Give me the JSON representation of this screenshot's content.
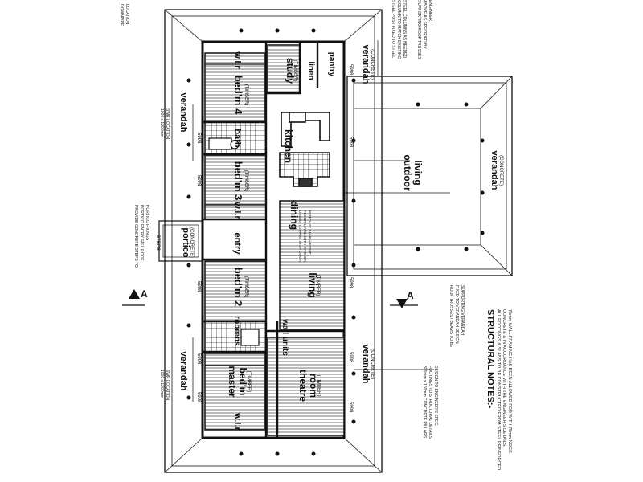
{
  "rooms": {
    "wir_top": "w.i.r",
    "wir_mid": "w.i.r",
    "wir_bottom": "w.i.r",
    "study": "study",
    "pantry": "pantry",
    "linen": "linen",
    "bedroom4": "bed'm 4",
    "bath": "bath",
    "kitchen": "kitchen",
    "bedroom3": "bed'm 3",
    "dining": "dining",
    "entry": "entry",
    "portico": "portico",
    "bedroom2": "bed'm 2",
    "living": "living",
    "robe": "robe",
    "wall_units": "wall units",
    "ens": "ens",
    "master_bedroom": [
      "master",
      "bed'm"
    ],
    "theatre_room": [
      "theatre",
      "room"
    ],
    "outdoor_living": [
      "outdoor",
      "living"
    ],
    "verandah_label": "verandah",
    "verandah_sub": "(CONCRETE)",
    "timber_sub": "(TIMBER)",
    "portico_sub": "(CONCRETE)",
    "steps": "STEPS"
  },
  "section_marker": "A",
  "notes": {
    "title": "STRUCTURAL NOTES:-",
    "body": [
      "ALL FOOTINGS & SLABS TO BE CONSTRUCTED FROM STEEL REINFORCED",
      "CONCRETE & IN ACCORDANCE WITH THE ENGINEER'S DETAILS.",
      "75mm WALL FRAMING HAS BEEN ALLOWED FOR WITH 75mm NOGS"
    ],
    "top_right": [
      "SUPPORTING ROOF TRUSSES",
      "ABOVE AS SPECIFIED BY",
      "ENGINEER"
    ],
    "top_right2": [
      "STEEL POST FIXED TO STEEL",
      "COLUMN TO MATCH EXISTING",
      "STEEL COLUMNS AS NEEDED"
    ],
    "right_mid": [
      "ROOF TRUSSES / BEAMS TO BE",
      "FIXED TO VERANDAH DESIGN",
      "SUPPORTING VERANDAH"
    ],
    "right_lower": [
      "300mm x 100mm CONCRETE PILLARS",
      "FOOTINGS TO STRUCTURAL DETAILS",
      "DESIGN TO ENGINEER'S SPEC."
    ],
    "left_top": [
      "DOWNPIPE",
      "LOCATION"
    ],
    "left_mid": [
      "1000 x 1200mm",
      "SWR LOCATION"
    ],
    "left_portico": [
      "PROVIDE CONCRETE STEPS TO",
      "PORTICO ENTRY FALL ROOF",
      "PORTICO FIXINGS"
    ],
    "left_bottom": [
      "1000 x 1200mm",
      "SWR LOCATION"
    ],
    "kitchen_note": [
      "DINING TO HAVE STEP DOWN",
      "FLOOR LEVEL WITH KITCHEN",
      "BENCH AT SAME HEIGHT"
    ]
  },
  "dims": [
    "5998",
    "5998",
    "5998",
    "5998",
    "5998",
    "5998",
    "5998",
    "5998",
    "5998",
    "5998"
  ],
  "colors": {
    "line": "#111111",
    "hatch": "#555555",
    "paper": "#ffffff"
  }
}
